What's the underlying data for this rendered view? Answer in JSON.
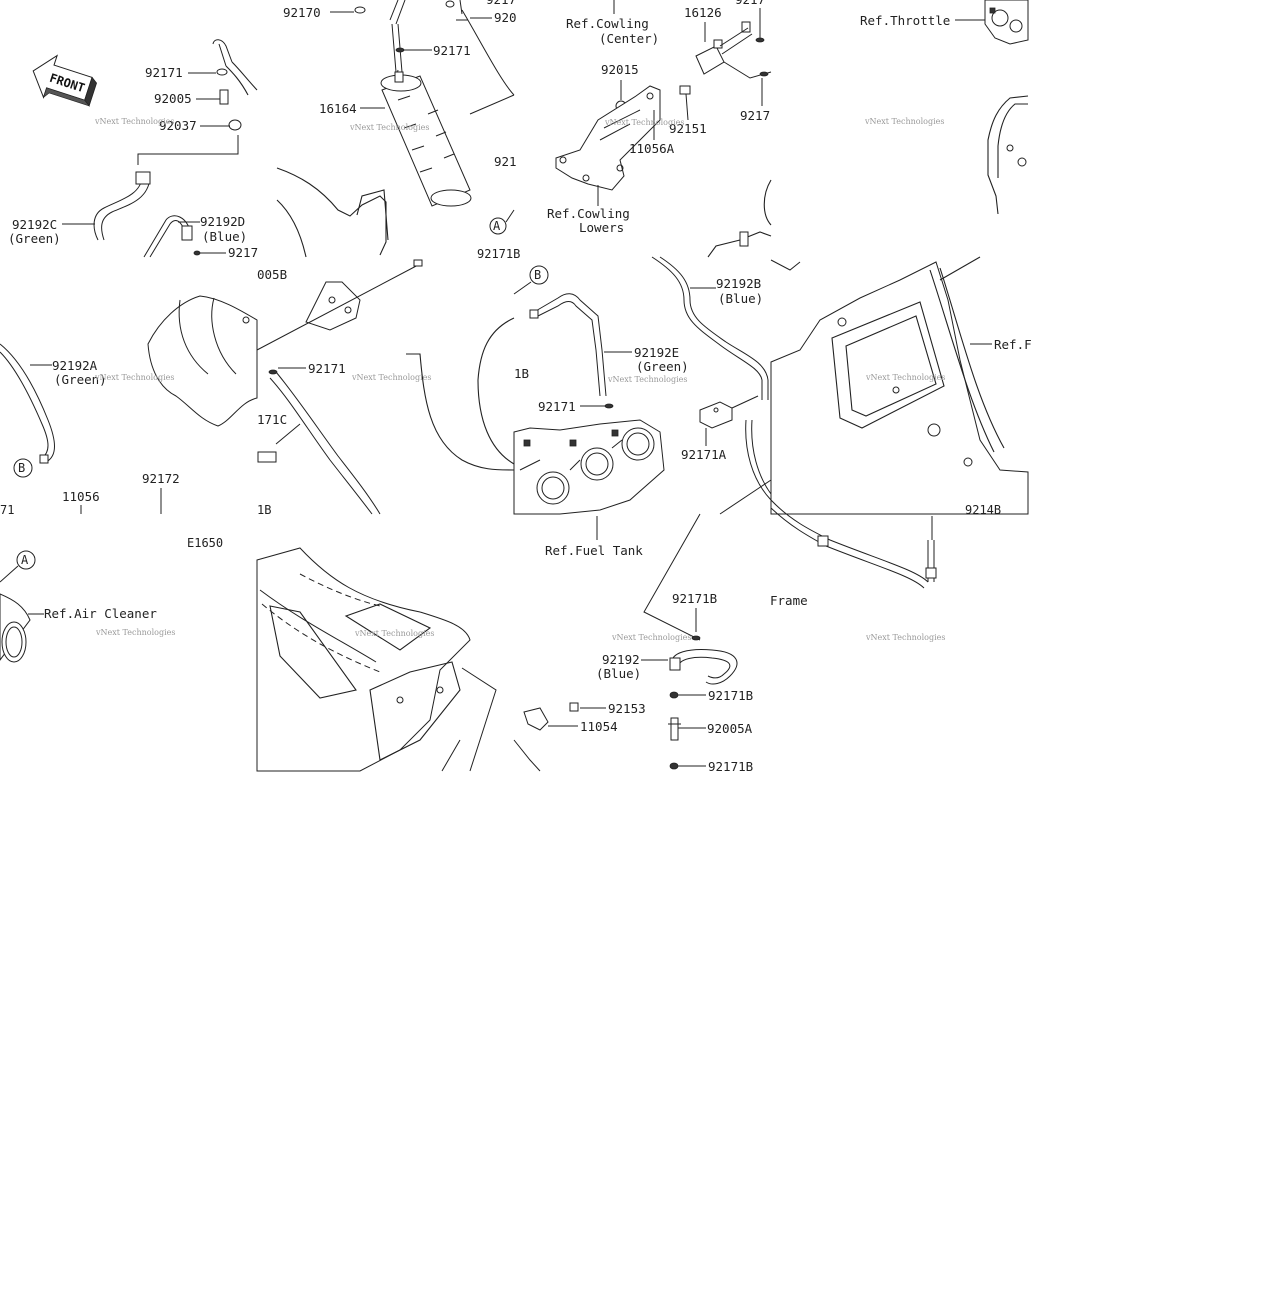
{
  "diagram_code": "E1650",
  "front_label": "FRONT",
  "watermark": "vNext Technologies",
  "part_labels": {
    "p92170": "92170",
    "p92171_top_clip": "9217",
    "p92005_top_clip": "920",
    "p92171_canister": "92171",
    "p16164": "16164",
    "p921_clip": "921",
    "p92171_front": "92171",
    "p92005": "92005",
    "p92037": "92037",
    "p92192C": "92192C",
    "p92192C_color": "(Green)",
    "p92192D": "92192D",
    "p92192D_color": "(Blue)",
    "p9217_clip": "9217",
    "p005B_clip": "005B",
    "p16126": "16126",
    "p92015": "92015",
    "p92151": "92151",
    "p11056A": "11056A",
    "p9217_right_clip": "9217",
    "p9217_topright_clip": "9217",
    "p92171B_clip": "92171B",
    "p92192A": "92192A",
    "p92192A_color": "(Green)",
    "p92171_mid": "92171",
    "p171C_clip": "171C",
    "p1B_clip": "1B",
    "p1B_bottom_clip": "1B",
    "p92192E": "92192E",
    "p92192E_color": "(Green)",
    "p92171_throttle": "92171",
    "p92192B": "92192B",
    "p92192B_color": "(Blue)",
    "p92171A": "92171A",
    "p11056": "11056",
    "p92172": "92172",
    "p71_clip": "71",
    "p92171B_upper": "92171B",
    "p92192": "92192",
    "p92192_color": "(Blue)",
    "p92171B_mid": "92171B",
    "p92005A": "92005A",
    "p92171B_lower": "92171B",
    "p92153": "92153",
    "p11054": "11054",
    "p9214B_clip": "9214B"
  },
  "ref_labels": {
    "cowling_center_1": "Ref.Cowling",
    "cowling_center_2": "(Center)",
    "throttle": "Ref.Throttle",
    "cowling_lowers_1": "Ref.Cowling",
    "cowling_lowers_2": "Lowers",
    "frame_clip": "Ref.F",
    "fuel_tank": "Ref.Fuel Tank",
    "air_cleaner": "Ref.Air Cleaner",
    "frame": "Frame"
  },
  "callouts": {
    "A": "A",
    "B": "B"
  }
}
